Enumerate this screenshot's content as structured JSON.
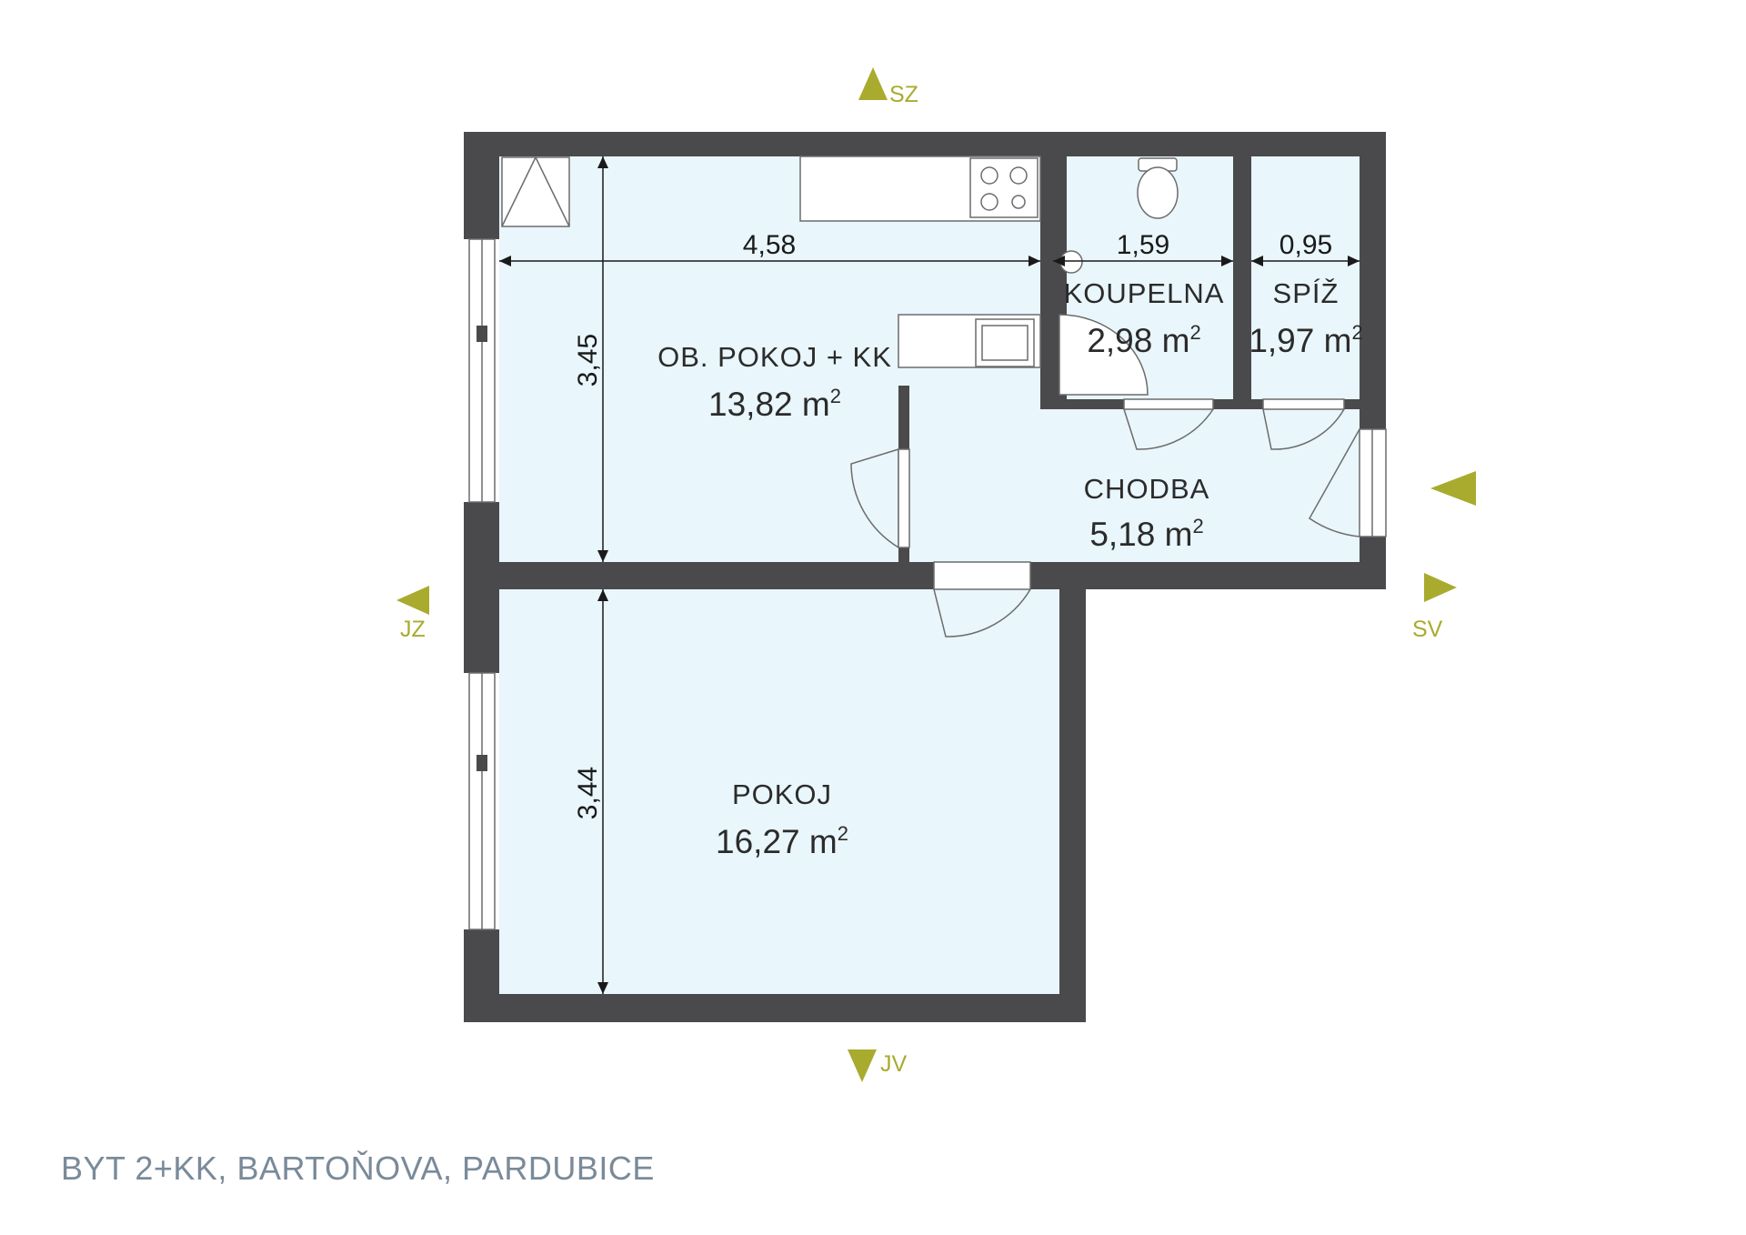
{
  "caption": "BYT 2+KK, BARTOŇOVA, PARDUBICE",
  "rooms": [
    {
      "name": "OB. POKOJ + KK",
      "area_value": "13,82 m",
      "area_unit_sup": "2"
    },
    {
      "name": "KOUPELNA",
      "area_value": "2,98 m",
      "area_unit_sup": "2"
    },
    {
      "name": "SPÍŽ",
      "area_value": "1,97 m",
      "area_unit_sup": "2"
    },
    {
      "name": "CHODBA",
      "area_value": "5,18 m",
      "area_unit_sup": "2"
    },
    {
      "name": "POKOJ",
      "area_value": "16,27 m",
      "area_unit_sup": "2"
    }
  ],
  "dimensions": [
    "4,58",
    "1,59",
    "0,95",
    "3,45",
    "3,44"
  ],
  "compass": {
    "north": "SZ",
    "west": "JZ",
    "east": "SV",
    "south": "JV"
  },
  "colors": {
    "wall": "#4a4a4d",
    "floor": "#e9f6fb",
    "compass": "#a9ab2e",
    "caption": "#7a8a99"
  }
}
